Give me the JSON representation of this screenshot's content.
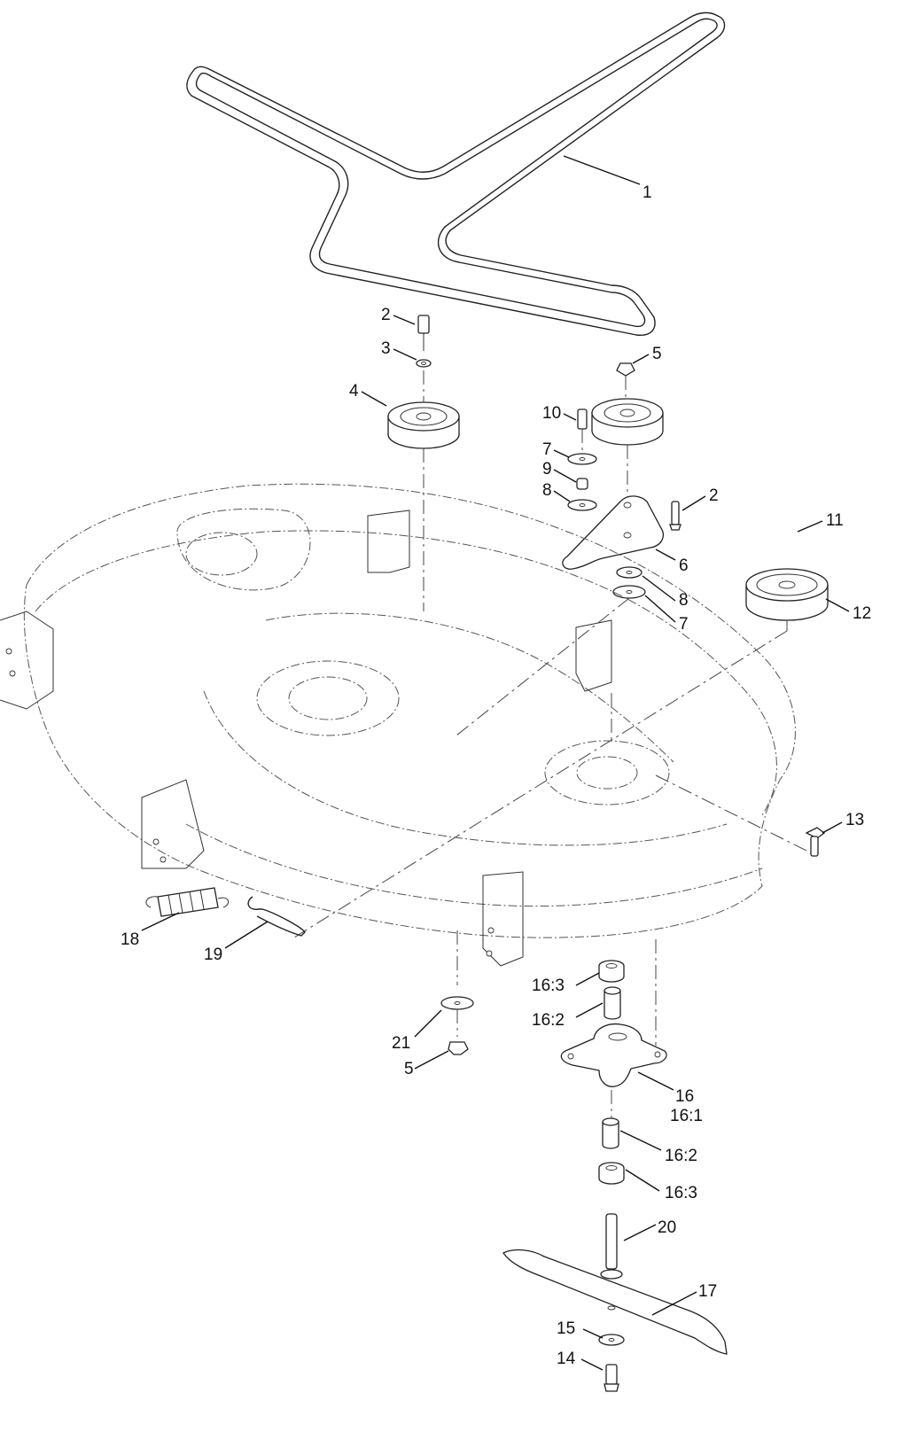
{
  "callouts": [
    {
      "id": "c1",
      "text": "1"
    },
    {
      "id": "c2a",
      "text": "2"
    },
    {
      "id": "c3",
      "text": "3"
    },
    {
      "id": "c4",
      "text": "4"
    },
    {
      "id": "c5a",
      "text": "5"
    },
    {
      "id": "c10",
      "text": "10"
    },
    {
      "id": "c7a",
      "text": "7"
    },
    {
      "id": "c9",
      "text": "9"
    },
    {
      "id": "c8a",
      "text": "8"
    },
    {
      "id": "c2b",
      "text": "2"
    },
    {
      "id": "c11",
      "text": "11"
    },
    {
      "id": "c6",
      "text": "6"
    },
    {
      "id": "c8b",
      "text": "8"
    },
    {
      "id": "c12",
      "text": "12"
    },
    {
      "id": "c7b",
      "text": "7"
    },
    {
      "id": "c13",
      "text": "13"
    },
    {
      "id": "c18",
      "text": "18"
    },
    {
      "id": "c19",
      "text": "19"
    },
    {
      "id": "c163a",
      "text": "16:3"
    },
    {
      "id": "c162a",
      "text": "16:2"
    },
    {
      "id": "c21",
      "text": "21"
    },
    {
      "id": "c5b",
      "text": "5"
    },
    {
      "id": "c16",
      "text": "16"
    },
    {
      "id": "c161",
      "text": "16:1"
    },
    {
      "id": "c162b",
      "text": "16:2"
    },
    {
      "id": "c163b",
      "text": "16:3"
    },
    {
      "id": "c20",
      "text": "20"
    },
    {
      "id": "c17",
      "text": "17"
    },
    {
      "id": "c15",
      "text": "15"
    },
    {
      "id": "c14",
      "text": "14"
    }
  ]
}
